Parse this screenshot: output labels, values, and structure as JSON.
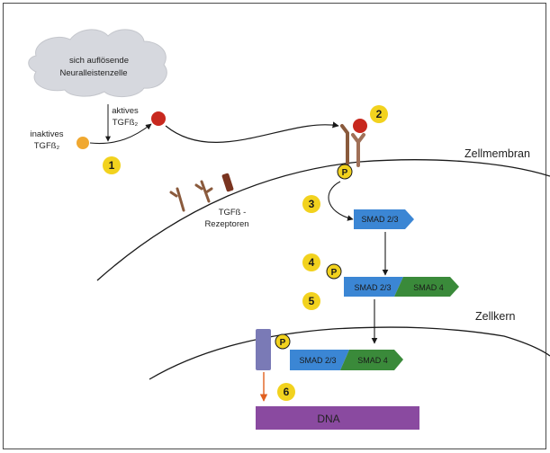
{
  "labels": {
    "cell": [
      "sich auflösende",
      "Neuralleistenzelle"
    ],
    "inactive": [
      "inaktives",
      "TGFß₂"
    ],
    "active": [
      "aktives",
      "TGFß₂"
    ],
    "receptors": [
      "TGFß -",
      "Rezeptoren"
    ],
    "membrane": "Zellmembran",
    "nucleus": "Zellkern",
    "dna": "DNA"
  },
  "smad": {
    "smad23": "SMAD 2/3",
    "smad4": "SMAD 4"
  },
  "phospho": "P",
  "steps": [
    "1",
    "2",
    "3",
    "4",
    "5",
    "6"
  ],
  "colors": {
    "marker": "#f2d21e",
    "inactive_ligand": "#f0a830",
    "active_ligand": "#c8281e",
    "receptor": "#8a5a3c",
    "receptor_dark": "#7a3420",
    "smad23": "#3b86d4",
    "smad4": "#3a8a3a",
    "dna": "#8a4aa0",
    "nuclear_receptor": "#7a7ab6",
    "arrow_orange": "#e06020",
    "cloud": "#d0d2d8"
  }
}
